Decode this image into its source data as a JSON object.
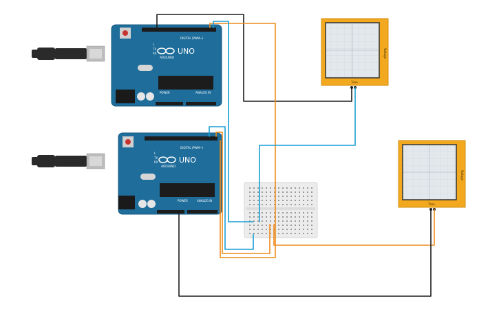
{
  "app": {
    "title": "Circuit design canvas"
  },
  "colors": {
    "background": "#ffffff",
    "board_blue": "#1f6d9b",
    "board_edge": "#175a82",
    "wire_black": "#1c1c1c",
    "wire_orange": "#ee8a1c",
    "wire_blue": "#1a9ed5",
    "scope_frame": "#f2a81f",
    "scope_screen": "#e3e8ec",
    "breadboard": "#ececec",
    "usb_metal": "#bcbcbc",
    "usb_plug": "#2a2a2a"
  },
  "boards": [
    {
      "id": "arduino-1",
      "model_label": "UNO",
      "brand_label": "ARDUINO",
      "digital_label": "DIGITAL (PWM~)",
      "power_label": "POWER",
      "analog_label": "ANALOG IN",
      "tx_label": "TX",
      "rx_label": "RX",
      "l_label": "L"
    },
    {
      "id": "arduino-2",
      "model_label": "UNO",
      "brand_label": "ARDUINO",
      "digital_label": "DIGITAL (PWM~)",
      "power_label": "POWER",
      "analog_label": "ANALOG IN",
      "tx_label": "TX",
      "rx_label": "RX",
      "l_label": "L"
    }
  ],
  "oscilloscopes": [
    {
      "id": "scope-1",
      "bottom_label": "Time",
      "side_label": "Voltage"
    },
    {
      "id": "scope-2",
      "bottom_label": "Time",
      "side_label": "Voltage"
    }
  ],
  "breadboard": {
    "id": "breadboard-mini"
  },
  "wires": [
    {
      "id": "wire-black-top",
      "color": "black",
      "from": "arduino-1 GND",
      "to": "scope-1"
    },
    {
      "id": "wire-orange-top",
      "color": "orange",
      "from": "arduino-1 pin",
      "to": "breadboard"
    },
    {
      "id": "wire-blue-top",
      "color": "blue",
      "from": "arduino-1 pin",
      "to": "breadboard"
    },
    {
      "id": "wire-blue-scope1",
      "color": "blue",
      "from": "scope-1",
      "to": "breadboard"
    },
    {
      "id": "wire-blue-bottom",
      "color": "blue",
      "from": "arduino-2 pin",
      "to": "breadboard"
    },
    {
      "id": "wire-orange-bottom",
      "color": "orange",
      "from": "arduino-2 pin",
      "to": "breadboard"
    },
    {
      "id": "wire-orange-scope2",
      "color": "orange",
      "from": "breadboard",
      "to": "scope-2"
    },
    {
      "id": "wire-black-bottom",
      "color": "black",
      "from": "arduino-2 GND",
      "to": "scope-2"
    }
  ]
}
